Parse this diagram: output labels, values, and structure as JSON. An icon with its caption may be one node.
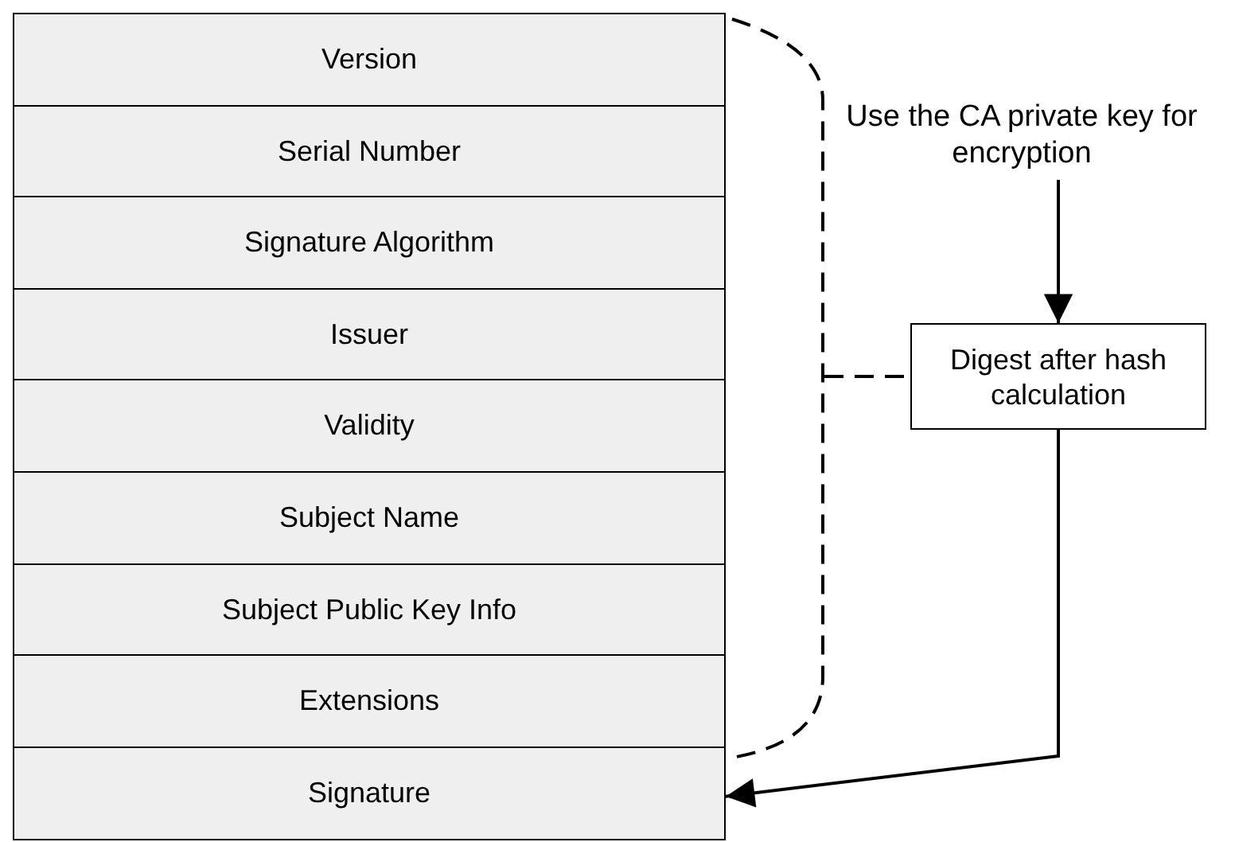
{
  "diagram": {
    "nodes": [
      {
        "text": [
          "Version"
        ]
      },
      {
        "text": [
          "Serial Number"
        ]
      },
      {
        "text": [
          "Signature Algorithm"
        ]
      },
      {
        "text": [
          "Issuer"
        ]
      },
      {
        "text": [
          "Validity"
        ]
      },
      {
        "text": [
          "Subject Name"
        ]
      },
      {
        "text": [
          "Subject Public Key Info"
        ]
      },
      {
        "text": [
          "Extensions"
        ]
      },
      {
        "text": [
          "Signature"
        ]
      },
      {
        "text": [],
        "shape": "bracket"
      },
      {
        "text": [
          "Use the CA private key for encryption"
        ]
      },
      {
        "text": [
          "Digest after hash calculation"
        ]
      }
    ],
    "edges": [
      {
        "from": 10,
        "to": 11,
        "arrow": "to"
      },
      {
        "from": 9,
        "to": 11,
        "arrow": "none",
        "style": "dashed"
      },
      {
        "from": 11,
        "to": 8,
        "arrow": "to"
      }
    ]
  }
}
